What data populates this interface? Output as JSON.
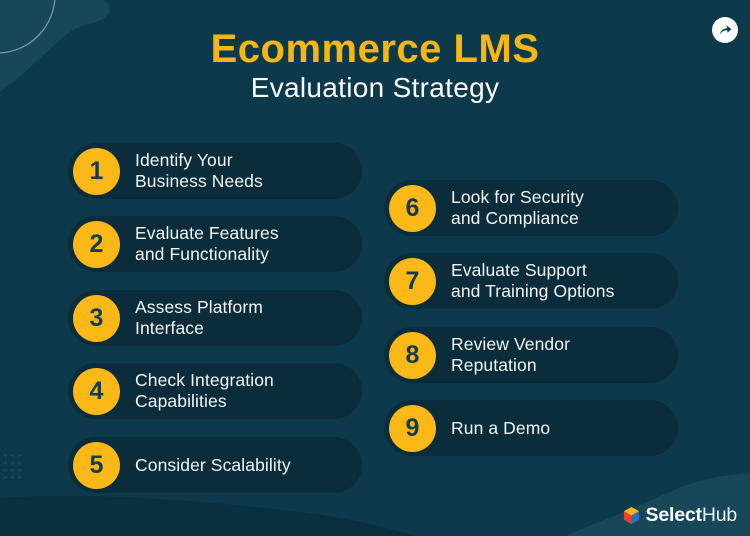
{
  "header": {
    "title": "Ecommerce LMS",
    "subtitle": "Evaluation Strategy"
  },
  "share_button": {
    "icon": "share-arrow-icon"
  },
  "steps": {
    "left": [
      {
        "number": "1",
        "text": "Identify Your\nBusiness Needs"
      },
      {
        "number": "2",
        "text": "Evaluate Features\nand Functionality"
      },
      {
        "number": "3",
        "text": "Assess Platform\nInterface"
      },
      {
        "number": "4",
        "text": "Check Integration\nCapabilities"
      },
      {
        "number": "5",
        "text": "Consider Scalability"
      }
    ],
    "right": [
      {
        "number": "6",
        "text": "Look for Security\nand Compliance"
      },
      {
        "number": "7",
        "text": "Evaluate Support\nand Training Options"
      },
      {
        "number": "8",
        "text": "Review Vendor\nReputation"
      },
      {
        "number": "9",
        "text": "Run a Demo"
      }
    ]
  },
  "footer": {
    "brand_bold": "Select",
    "brand_light": "Hub",
    "logo_icon": "cube-icon"
  },
  "colors": {
    "background": "#0D3A4B",
    "pill": "#0A2C3B",
    "accent_yellow": "#FBB817",
    "title_yellow": "#F7B616",
    "number_text": "#123C53",
    "wave_light": "#18475A",
    "wave_dark": "#0A2F3E",
    "text_white": "#FFFFFF"
  }
}
